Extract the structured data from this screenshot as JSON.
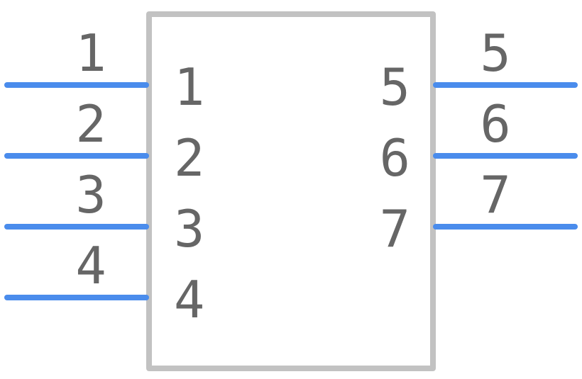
{
  "symbol": {
    "body_fill": "#ffffff",
    "body_stroke": "#c2c2c2",
    "pin_color": "#4a8cec",
    "text_color": "#666666"
  },
  "pins": {
    "left": [
      {
        "outer_label": "1",
        "inner_label": "1"
      },
      {
        "outer_label": "2",
        "inner_label": "2"
      },
      {
        "outer_label": "3",
        "inner_label": "3"
      },
      {
        "outer_label": "4",
        "inner_label": "4"
      }
    ],
    "right": [
      {
        "outer_label": "5",
        "inner_label": "5"
      },
      {
        "outer_label": "6",
        "inner_label": "6"
      },
      {
        "outer_label": "7",
        "inner_label": "7"
      }
    ]
  }
}
